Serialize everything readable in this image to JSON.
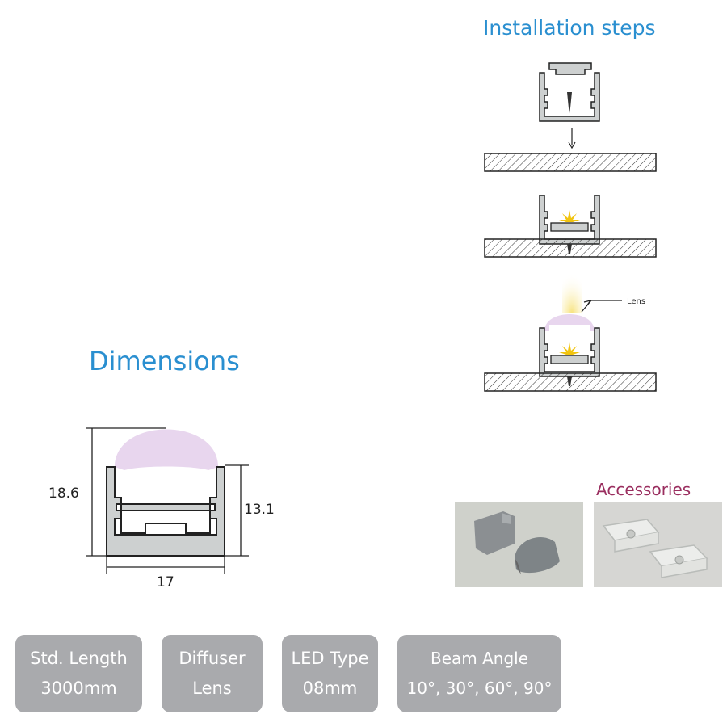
{
  "installation": {
    "title": "Installation steps",
    "lens_label": "Lens"
  },
  "dimensions": {
    "title": "Dimensions",
    "total_height": "18.6",
    "body_height": "13.1",
    "width": "17"
  },
  "accessories": {
    "title": "Accessories",
    "items": [
      {
        "icon": "end-cap-icon",
        "description": "end caps photo"
      },
      {
        "icon": "mounting-clip-icon",
        "description": "mounting clips photo"
      }
    ]
  },
  "specs": [
    {
      "label": "Std. Length",
      "value": "3000mm"
    },
    {
      "label": "Diffuser",
      "value": "Lens"
    },
    {
      "label": "LED Type",
      "value": "08mm"
    },
    {
      "label": "Beam Angle",
      "value": "10°, 30°, 60°, 90°"
    }
  ],
  "colors": {
    "heading_blue": "#2a8fd0",
    "accessories_maroon": "#9a2e5f",
    "spec_box_gray": "#a9aaad",
    "lens_lilac": "#e8d6ee",
    "profile_gray": "#cdd0d0"
  }
}
